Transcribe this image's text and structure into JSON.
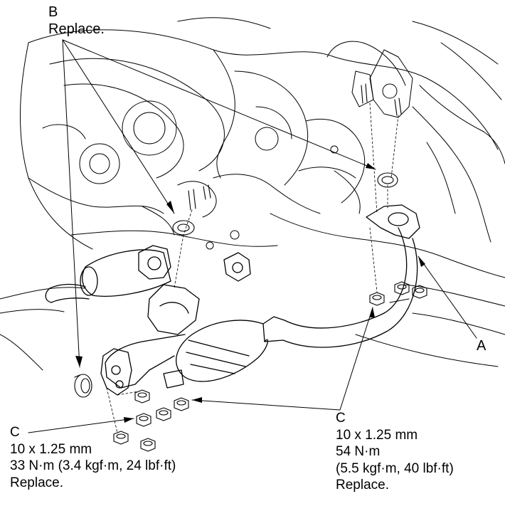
{
  "labels": {
    "b": {
      "letter": "B",
      "note": "Replace."
    },
    "a": {
      "letter": "A"
    },
    "c_left": {
      "letter": "C",
      "size": "10 x 1.25 mm",
      "torque": "33 N·m (3.4 kgf·m, 24 lbf·ft)",
      "note": "Replace."
    },
    "c_right": {
      "letter": "C",
      "size": "10 x 1.25 mm",
      "torque": "54 N·m",
      "torque_alt": "(5.5 kgf·m, 40 lbf·ft)",
      "note": "Replace."
    }
  }
}
